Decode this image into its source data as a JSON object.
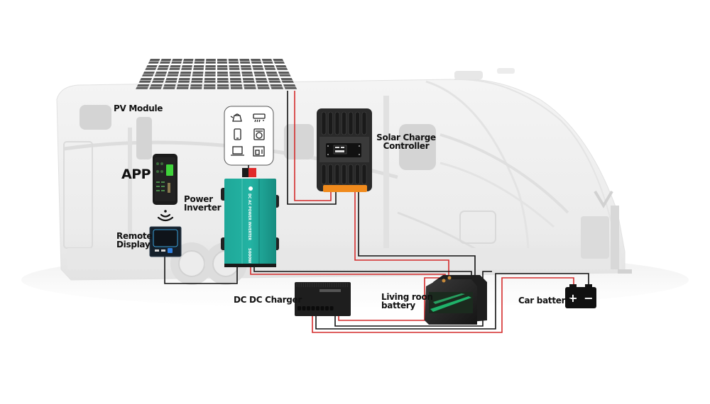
{
  "diagram": {
    "title": "RV solar power system wiring diagram",
    "components": {
      "pv_module": {
        "label": "PV Module"
      },
      "app": {
        "label": "APP"
      },
      "power_inverter": {
        "label_line1": "Power",
        "label_line2": "Inverter",
        "device_text": "DC AC POWER INVERTER",
        "rating": "5000W"
      },
      "remote_display": {
        "label_line1": "Remote",
        "label_line2": "Display"
      },
      "solar_charge_controller": {
        "label_line1": "Solar Charge",
        "label_line2": "Controller"
      },
      "dc_dc_charger": {
        "label": "DC DC Charger"
      },
      "living_room_battery": {
        "label_line1": "Living roon",
        "label_line2": "battery"
      },
      "car_battery": {
        "label": "Car battery",
        "plus": "+",
        "minus": "−"
      }
    },
    "appliances": [
      {
        "icon": "kettle-icon"
      },
      {
        "icon": "air-conditioner-icon"
      },
      {
        "icon": "phone-icon"
      },
      {
        "icon": "washing-machine-icon"
      },
      {
        "icon": "laptop-icon"
      },
      {
        "icon": "coffee-maker-icon"
      }
    ],
    "colors": {
      "wire_positive": "#d42a2a",
      "wire_negative": "#111111",
      "inverter_teal": "#1a9c8f",
      "controller_orange": "#f08a1c",
      "rv_body": "#efefef"
    }
  }
}
